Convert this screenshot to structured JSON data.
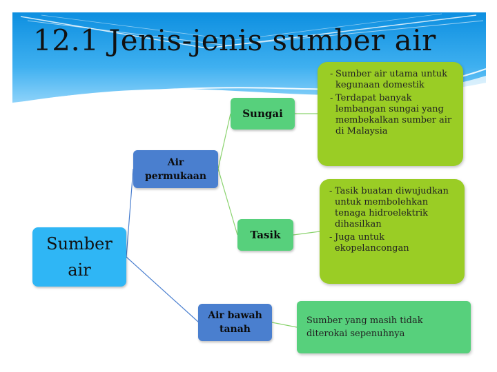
{
  "slide": {
    "title": "12.1 Jenis-jenis sumber air"
  },
  "diagram": {
    "root": {
      "line1": "Sumber",
      "line2": "air"
    },
    "surface": {
      "line1": "Air",
      "line2": "permukaan"
    },
    "groundwater": {
      "line1": "Air bawah",
      "line2": "tanah"
    },
    "river": {
      "label": "Sungai"
    },
    "lake": {
      "label": "Tasik"
    },
    "river_notes": [
      "Sumber air utama untuk kegunaan domestik",
      "Terdapat banyak lembangan sungai yang membekalkan sumber air di Malaysia"
    ],
    "lake_notes": [
      " Tasik buatan diwujudkan untuk membolehkan tenaga hidroelektrik dihasilkan",
      "Juga untuk ekopelancongan"
    ],
    "groundwater_note": "Sumber yang masih tidak diterokai sepenuhnya"
  },
  "colors": {
    "root_box": "#2fb6f5",
    "blue_box": "#4a7fcf",
    "green_box": "#57d07c",
    "note_box": "#9acd25",
    "connector_blue": "#4a7fcf",
    "connector_green": "#8ad36e"
  }
}
